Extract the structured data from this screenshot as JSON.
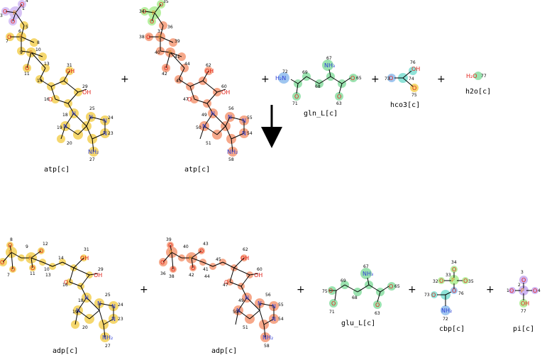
{
  "reaction": {
    "reactants": [
      {
        "id": "atp1",
        "label": "atp[c]"
      },
      {
        "id": "atp2",
        "label": "atp[c]"
      },
      {
        "id": "gln",
        "label": "gln_L[c]"
      },
      {
        "id": "hco3",
        "label": "hco3[c]"
      },
      {
        "id": "h2o",
        "label": "h2o[c]"
      }
    ],
    "products": [
      {
        "id": "adp1",
        "label": "adp[c]"
      },
      {
        "id": "adp2",
        "label": "adp[c]"
      },
      {
        "id": "glu",
        "label": "glu_L[c]"
      },
      {
        "id": "cbp",
        "label": "cbp[c]"
      },
      {
        "id": "pi",
        "label": "pi[c]"
      }
    ],
    "operator_plus": "+",
    "colors": {
      "yellow": "#f5d76e",
      "orange": "#f6a88a",
      "green": "#9be3b0",
      "teal": "#8fe3d8",
      "blue": "#9fc6f0",
      "purple": "#cdb4f2",
      "lightgreen": "#b7f0a0",
      "P": "#e08a1e",
      "O": "#e2231a",
      "N": "#2f3fd6"
    }
  }
}
